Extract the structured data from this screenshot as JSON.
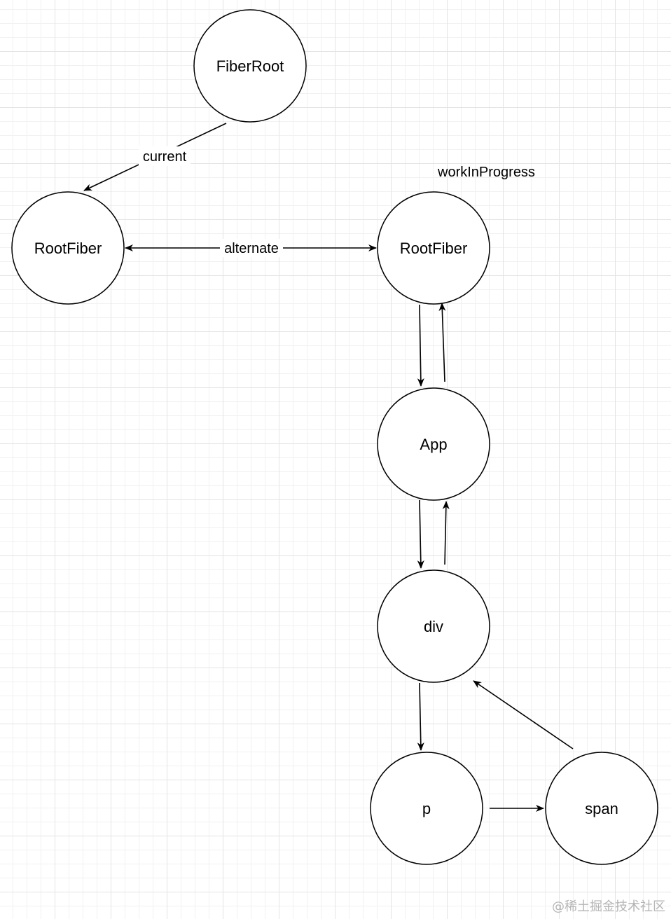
{
  "nodes": {
    "fiber_root": "FiberRoot",
    "current_root_fiber": "RootFiber",
    "wip_root_fiber": "RootFiber",
    "app": "App",
    "div": "div",
    "p": "p",
    "span": "span"
  },
  "edge_labels": {
    "current": "current",
    "alternate": "alternate"
  },
  "annotations": {
    "work_in_progress": "workInProgress"
  },
  "watermark": "@稀土掘金技术社区"
}
